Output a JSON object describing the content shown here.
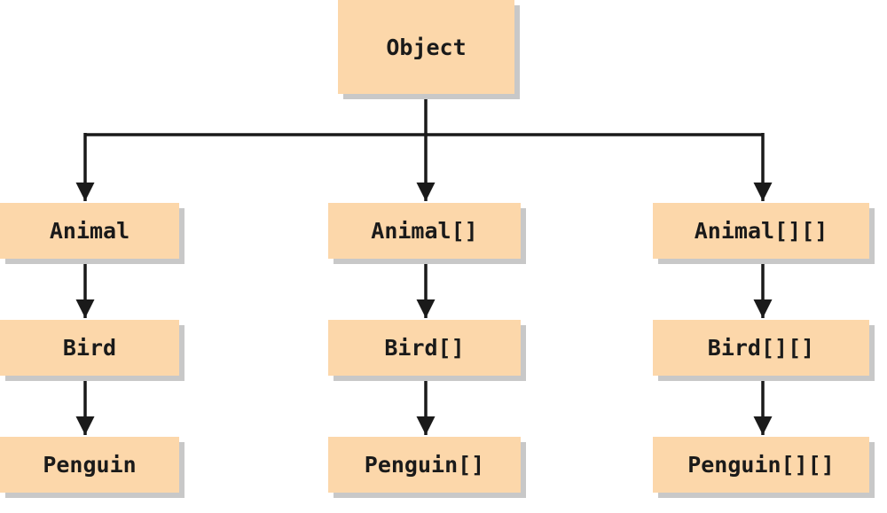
{
  "diagram": {
    "root": {
      "label": "Object"
    },
    "columns": [
      {
        "nodes": [
          {
            "label": "Animal"
          },
          {
            "label": "Bird"
          },
          {
            "label": "Penguin"
          }
        ]
      },
      {
        "nodes": [
          {
            "label": "Animal[]"
          },
          {
            "label": "Bird[]"
          },
          {
            "label": "Penguin[]"
          }
        ]
      },
      {
        "nodes": [
          {
            "label": "Animal[][]"
          },
          {
            "label": "Bird[][]"
          },
          {
            "label": "Penguin[][]"
          }
        ]
      }
    ]
  },
  "colors": {
    "node_fill": "#fcd7aa",
    "node_shadow": "#c8c8c8",
    "connector": "#1a1a1a",
    "text": "#1a1a1a"
  }
}
